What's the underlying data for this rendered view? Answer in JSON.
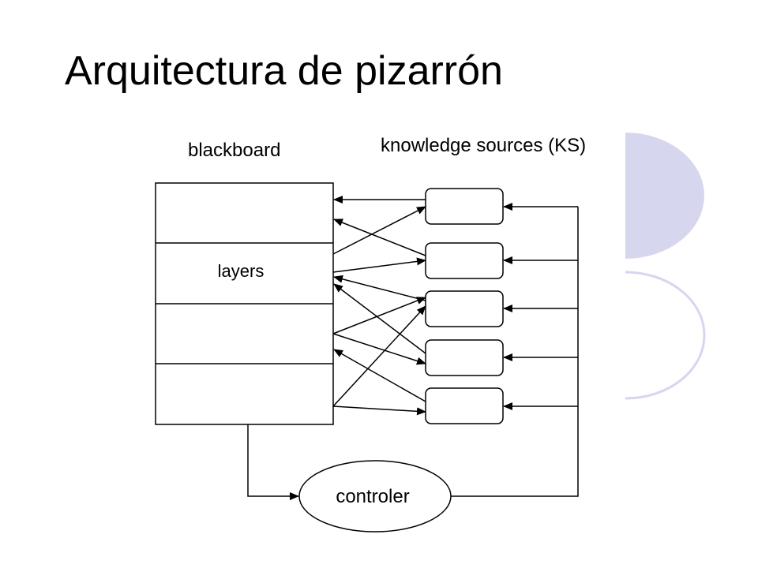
{
  "slide": {
    "title": "Arquitectura de pizarrón"
  },
  "diagram": {
    "blackboard_label": "blackboard",
    "knowledge_sources_label": "knowledge sources (KS)",
    "layers_label": "layers",
    "controller_label": "controler",
    "layer_count": 4,
    "ks_count": 5
  },
  "colors": {
    "decoration_fill": "#d6d6ef",
    "decoration_stroke": "#d6d6ef",
    "line": "#000000",
    "text": "#000000"
  }
}
